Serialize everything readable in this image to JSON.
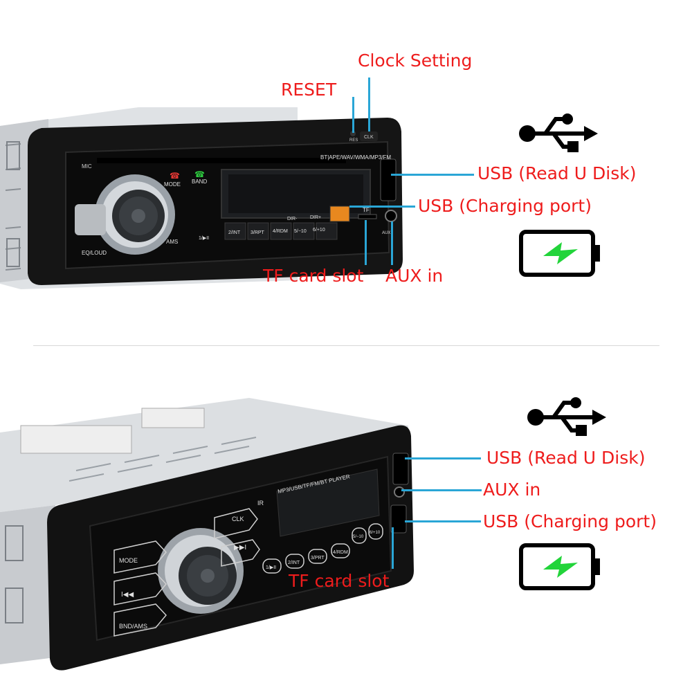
{
  "top": {
    "callouts": {
      "clock_setting": "Clock Setting",
      "reset": "RESET",
      "usb_read": "USB (Read U Disk)",
      "usb_charging": "USB (Charging port)",
      "tf_slot": "TF card slot",
      "aux_in": "AUX in"
    },
    "device_labels": {
      "mic": "MIC",
      "res": "RES",
      "clk": "CLK",
      "formats": "BT|APE/WAV/WMA/MP3/FM",
      "mode": "MODE",
      "band": "BAND",
      "eq_loud": "EQ/LOUD",
      "ams": "AMS",
      "play": "1/▶II",
      "int": "2/INT",
      "rpt": "3/RPT",
      "rdm": "4/RDM",
      "dir_minus": "DIR-",
      "dir_plus": "DIR+",
      "minus10": "5/−10",
      "plus10": "6/+10",
      "tf": "TF",
      "aux": "AUX"
    }
  },
  "bottom": {
    "callouts": {
      "usb_read": "USB (Read U Disk)",
      "aux_in": "AUX in",
      "usb_charging": "USB (Charging port)",
      "tf_slot": "TF card slot"
    },
    "device_labels": {
      "player": "MP3/USB/TF/FM/BT  PLAYER",
      "ir": "IR",
      "clk": "CLK",
      "mode": "MODE",
      "bnd_ams": "BND/AMS",
      "b1": "1/▶II",
      "b2": "2/INT",
      "b3": "3/PRT",
      "b4": "4/RDM",
      "b5": "5/−10",
      "b6": "6/+10"
    }
  },
  "icons": [
    "usb-icon",
    "battery-charging-icon"
  ],
  "colors": {
    "callout_text": "#ee1c1c",
    "leader_line": "#2aa6d6",
    "battery_bolt": "#22d43a"
  }
}
